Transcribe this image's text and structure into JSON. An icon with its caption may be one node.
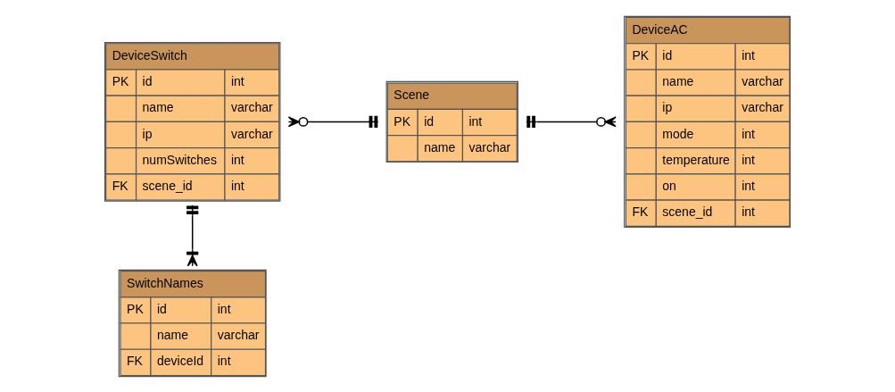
{
  "diagram": {
    "nodes": [
      {
        "text": [
          "DeviceSwitch",
          "PK",
          "id",
          "int",
          "name",
          "varchar",
          "ip",
          "varchar",
          "numSwitches",
          "int",
          "FK",
          "scene_id",
          "int"
        ]
      },
      {
        "text": [
          "Scene",
          "PK",
          "id",
          "int",
          "name",
          "varchar"
        ]
      },
      {
        "text": [
          "DeviceAC",
          "PK",
          "id",
          "int",
          "name",
          "varchar",
          "ip",
          "varchar",
          "mode",
          "int",
          "temperature",
          "int",
          "on",
          "int",
          "FK",
          "scene_id",
          "int"
        ]
      },
      {
        "text": [
          "SwitchNames",
          "PK",
          "id",
          "int",
          "name",
          "varchar",
          "FK",
          "deviceId",
          "int"
        ]
      }
    ],
    "edges": [
      {
        "from": 0,
        "to": 1,
        "arrow": "other"
      },
      {
        "from": 1,
        "to": 2,
        "arrow": "other"
      },
      {
        "from": 0,
        "to": 3,
        "arrow": "other"
      }
    ]
  }
}
